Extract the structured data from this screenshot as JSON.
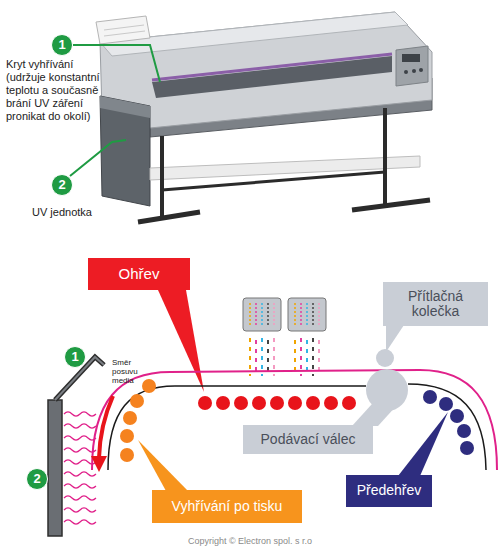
{
  "diagram": {
    "nodes": [
      {
        "text": [
          "1"
        ]
      },
      {
        "text": [
          "2"
        ]
      },
      {
        "text": [
          "Ohřev"
        ]
      },
      {
        "text": [
          "Přítlačná kolečka"
        ]
      },
      {
        "text": [
          "1"
        ]
      },
      {
        "text": [
          "Podávací válec"
        ]
      },
      {
        "text": [
          "2"
        ]
      },
      {
        "text": [
          "Vyhřívání po tisku"
        ]
      },
      {
        "text": [
          "Předehřev"
        ]
      }
    ],
    "labels": [
      "Kryt vyhřívání (udržuje konstantní teplotu a současně brání UV záření pronikat do okolí)",
      "UV jednotka",
      "Směr posuvu media",
      "Copyright © Electron spol. s r.o"
    ]
  }
}
